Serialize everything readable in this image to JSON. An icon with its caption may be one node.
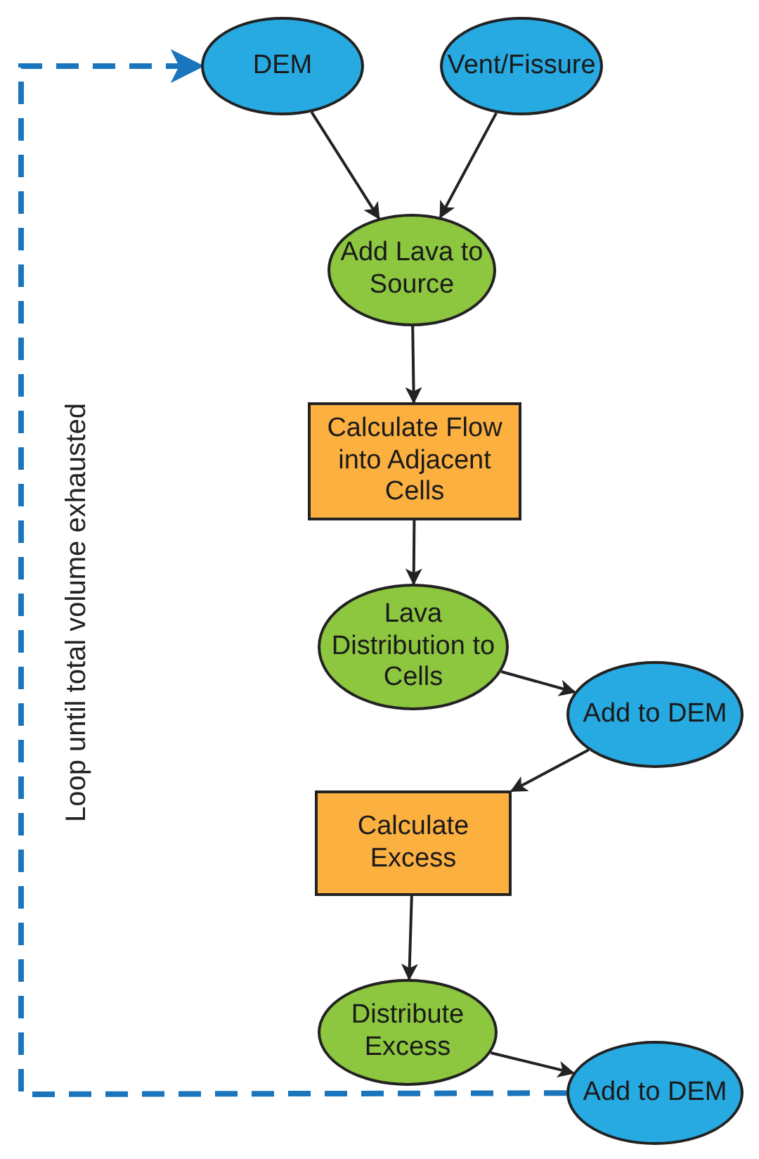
{
  "diagram": {
    "nodes": [
      {
        "text": [
          "DEM"
        ]
      },
      {
        "text": [
          "Vent/Fissure"
        ]
      },
      {
        "text": [
          "Add Lava to Source"
        ]
      },
      {
        "text": [
          "Calculate Flow into Adjacent Cells"
        ]
      },
      {
        "text": [
          "Lava Distribution to Cells"
        ]
      },
      {
        "text": [
          "Add to DEM"
        ]
      },
      {
        "text": [
          "Calculate Excess"
        ]
      },
      {
        "text": [
          "Distribute Excess"
        ]
      },
      {
        "text": [
          "Add to DEM"
        ]
      }
    ],
    "edges": [
      {
        "from": 0,
        "to": 2,
        "arrow": "to"
      },
      {
        "from": 1,
        "to": 2,
        "arrow": "to"
      },
      {
        "from": 2,
        "to": 3,
        "arrow": "to"
      },
      {
        "from": 3,
        "to": 4,
        "arrow": "to"
      },
      {
        "from": 4,
        "to": 5,
        "arrow": "to"
      },
      {
        "from": 5,
        "to": 6,
        "arrow": "to"
      },
      {
        "from": 6,
        "to": 7,
        "arrow": "to"
      },
      {
        "from": 7,
        "to": 8,
        "arrow": "to"
      },
      {
        "from": 8,
        "to": 0,
        "arrow": "to",
        "style": "dashed",
        "color": "#1b75bc"
      }
    ],
    "labels": [
      "Loop until total volume exhausted"
    ]
  }
}
